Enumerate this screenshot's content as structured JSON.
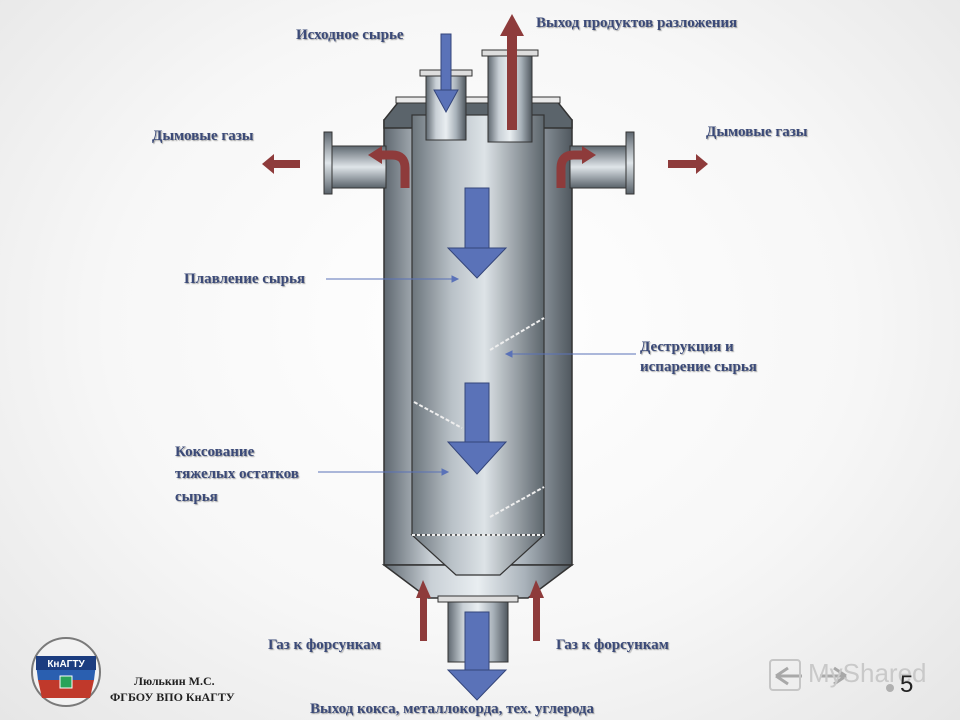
{
  "labels": {
    "feed_in": "Исходное сырье",
    "decomp_out": "Выход продуктов разложения",
    "flue_left": "Дымовые газы",
    "flue_right": "Дымовые газы",
    "melting": "Плавление сырья",
    "destruction_1": "Деструкция и",
    "destruction_2": "испарение сырья",
    "coking_1": "Коксование",
    "coking_2": "тяжелых остатков",
    "coking_3": "сырья",
    "gas_left": "Газ к форсункам",
    "gas_right": "Газ к форсункам",
    "coke_out": "Выход кокса, металлокорда, тех. углерода"
  },
  "footer": {
    "author": "Люлькин М.С.",
    "org": "ФГБОУ ВПО КнАГТУ",
    "logo_text": "КнАГТУ",
    "slide_number": "5",
    "watermark": "MyShared"
  },
  "colors": {
    "flow_blue": "#5a72b8",
    "flow_red": "#8e3b3b",
    "steel": "#9aa3ab",
    "label": "#3b4a78"
  },
  "icons": {
    "prev": "arrow-left-icon",
    "next": "arrow-right-icon"
  }
}
